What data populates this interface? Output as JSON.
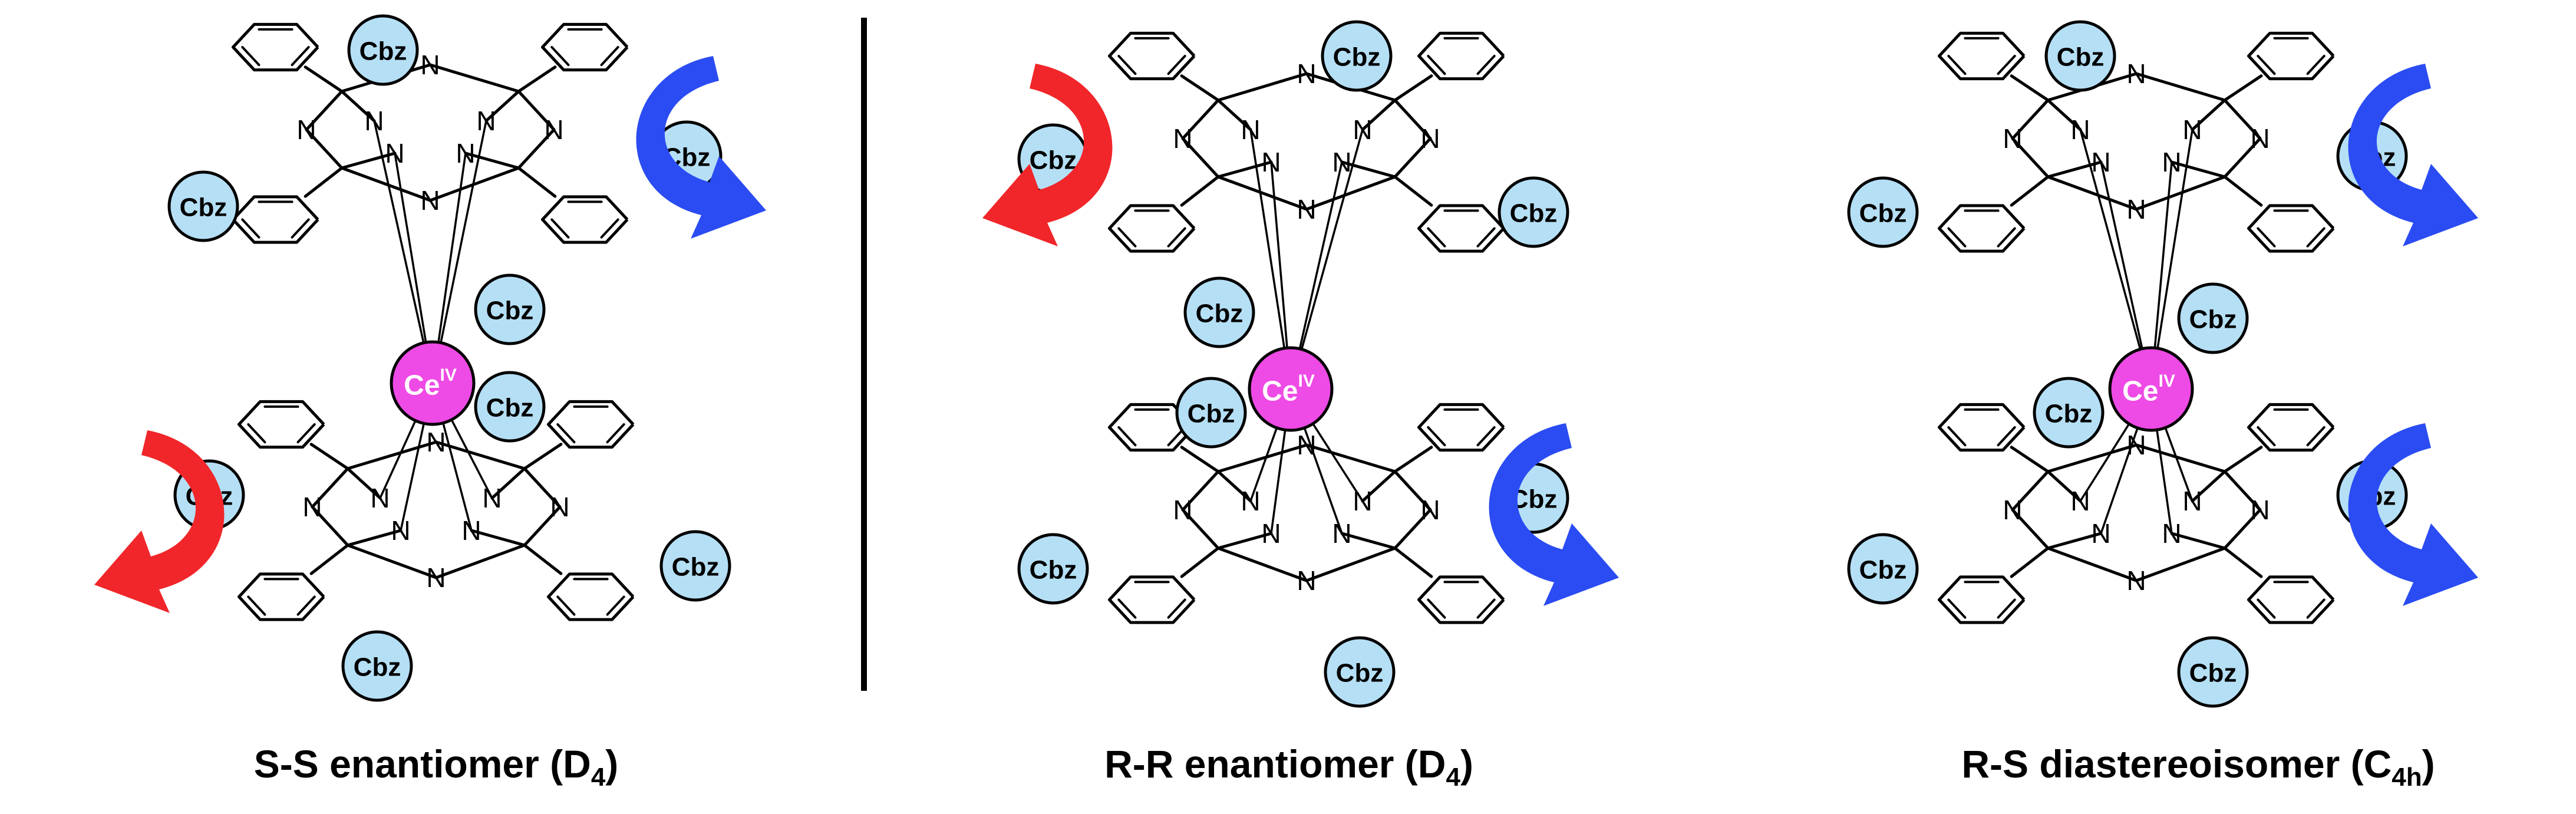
{
  "atom_labels": {
    "nitrogen": "N",
    "substituent": "Cbz",
    "metal": "Ce",
    "metal_oxidation_state": "IV"
  },
  "colors": {
    "cbz_fill": "#b5dff5",
    "metal_fill": "#ee4ae5",
    "arrow_red": "#f0262a",
    "arrow_blue": "#2a4cf2",
    "line": "#000000"
  },
  "panels": [
    {
      "label_main": "S-S enantiomer (D",
      "label_sub": "4",
      "label_end": ")",
      "top_arrow_color": "blue",
      "bottom_arrow_color": "red"
    },
    {
      "label_main": "R-R enantiomer (D",
      "label_sub": "4",
      "label_end": ")",
      "top_arrow_color": "red",
      "bottom_arrow_color": "blue"
    },
    {
      "label_main": "R-S diastereoisomer (C",
      "label_sub": "4h",
      "label_end": ")",
      "top_arrow_color": "blue",
      "bottom_arrow_color": "blue"
    }
  ]
}
